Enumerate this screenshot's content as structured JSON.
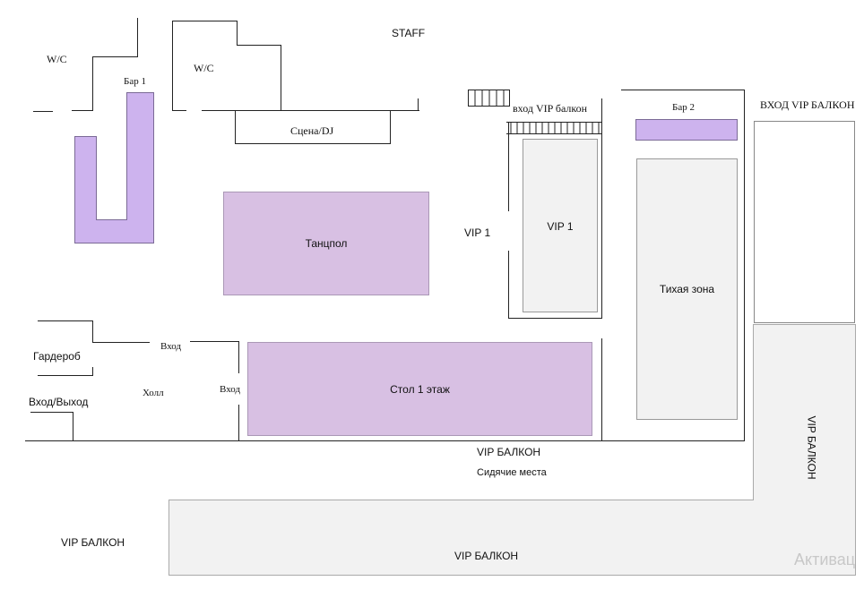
{
  "labels": {
    "wc_left": "W/C",
    "wc_center": "W/C",
    "bar1": "Бар 1",
    "staff": "STAFF",
    "stage": "Сцена/DJ",
    "dancefloor": "Танцпол",
    "vip1_outer": "VIP  1",
    "vip1_inner": "VIP 1",
    "vip_entrance_inner": "вход VIP балкон",
    "bar2": "Бар 2",
    "vip_entrance_outer": "ВХОД VIP БАЛКОН",
    "quiet_zone": "Тихая зона",
    "cloakroom": "Гардероб",
    "entrance_exit": "Вход/Выход",
    "entrance_top": "Вход",
    "hall": "Холл",
    "entrance_side": "Вход",
    "table_floor1": "Стол 1 этаж",
    "vip_balcony_mid": "VIP БАЛКОН",
    "seating": "Сидячие места",
    "vip_balcony_vertical": "VIP БАЛКОН",
    "vip_balcony_left": "VIP БАЛКОН",
    "vip_balcony_bottom": "VIP БАЛКОН",
    "watermark": "Активац"
  },
  "colors": {
    "bar_fill": "#cdb3ee",
    "zone_fill": "#d8c0e3",
    "balcony_fill": "#f2f2f2",
    "wall": "#222222"
  }
}
